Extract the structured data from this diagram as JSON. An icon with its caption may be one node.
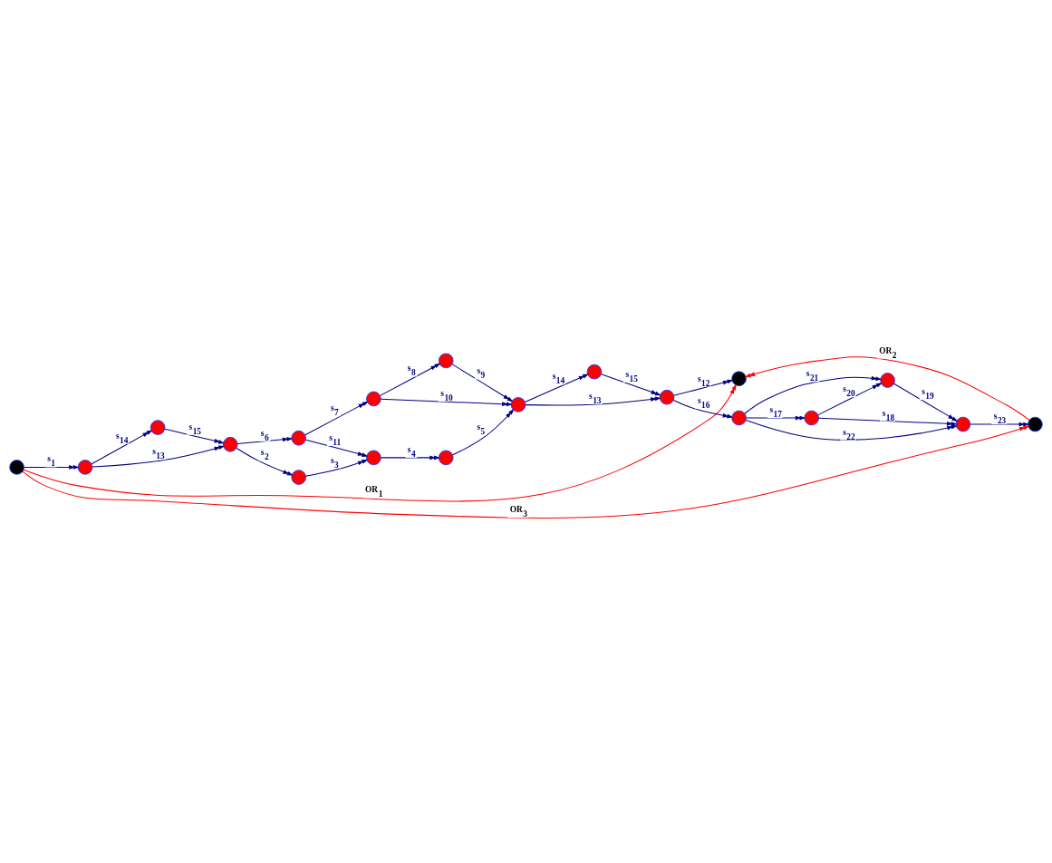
{
  "diagram": {
    "nodes": [
      {
        "text": [],
        "shape": "circle"
      },
      {
        "text": [],
        "shape": "circle"
      },
      {
        "text": [],
        "shape": "circle"
      },
      {
        "text": [],
        "shape": "circle"
      },
      {
        "text": [],
        "shape": "circle"
      },
      {
        "text": [],
        "shape": "circle"
      },
      {
        "text": [],
        "shape": "circle"
      },
      {
        "text": [],
        "shape": "circle"
      },
      {
        "text": [],
        "shape": "circle"
      },
      {
        "text": [],
        "shape": "circle"
      },
      {
        "text": [],
        "shape": "circle"
      },
      {
        "text": [],
        "shape": "circle"
      },
      {
        "text": [],
        "shape": "circle"
      },
      {
        "text": [],
        "shape": "circle"
      },
      {
        "text": [],
        "shape": "circle"
      },
      {
        "text": [],
        "shape": "circle"
      },
      {
        "text": [],
        "shape": "circle"
      },
      {
        "text": [],
        "shape": "circle"
      },
      {
        "text": [],
        "shape": "circle"
      }
    ],
    "edges": [
      {
        "from": 0,
        "to": 1,
        "arrow": "to",
        "label": "s$_{1}$"
      },
      {
        "from": 1,
        "to": 2,
        "arrow": "to",
        "label": "s$_{14}$"
      },
      {
        "from": 2,
        "to": 3,
        "arrow": "to",
        "label": "s$_{15}$"
      },
      {
        "from": 1,
        "to": 3,
        "arrow": "to",
        "label": "s$_{13}$"
      },
      {
        "from": 3,
        "to": 4,
        "arrow": "to",
        "label": "s$_{6}$"
      },
      {
        "from": 3,
        "to": 5,
        "arrow": "to",
        "label": "s$_{2}$"
      },
      {
        "from": 4,
        "to": 6,
        "arrow": "to",
        "label": "s$_{7}$"
      },
      {
        "from": 4,
        "to": 7,
        "arrow": "to",
        "label": "s$_{11}$"
      },
      {
        "from": 5,
        "to": 7,
        "arrow": "to",
        "label": "s$_{3}$"
      },
      {
        "from": 7,
        "to": 9,
        "arrow": "to",
        "label": "s$_{4}$"
      },
      {
        "from": 9,
        "to": 10,
        "arrow": "to",
        "label": "s$_{5}$"
      },
      {
        "from": 6,
        "to": 8,
        "arrow": "to",
        "label": "s$_{8}$"
      },
      {
        "from": 6,
        "to": 10,
        "arrow": "to",
        "label": "s$_{10}$"
      },
      {
        "from": 8,
        "to": 10,
        "arrow": "to",
        "label": "s$_{9}$"
      },
      {
        "from": 10,
        "to": 11,
        "arrow": "to",
        "label": "s$_{14}$"
      },
      {
        "from": 11,
        "to": 12,
        "arrow": "to",
        "label": "s$_{15}$"
      },
      {
        "from": 10,
        "to": 12,
        "arrow": "to",
        "label": "s$_{13}$"
      },
      {
        "from": 12,
        "to": 13,
        "arrow": "to",
        "label": "s$_{12}$"
      },
      {
        "from": 12,
        "to": 14,
        "arrow": "to",
        "label": "s$_{16}$"
      },
      {
        "from": 14,
        "to": 15,
        "arrow": "to",
        "label": "s$_{21}$"
      },
      {
        "from": 14,
        "to": 16,
        "arrow": "to",
        "label": "s$_{17}$"
      },
      {
        "from": 16,
        "to": 15,
        "arrow": "to",
        "label": "s$_{20}$"
      },
      {
        "from": 15,
        "to": 17,
        "arrow": "to",
        "label": "s$_{19}$"
      },
      {
        "from": 16,
        "to": 17,
        "arrow": "to",
        "label": "s$_{18}$"
      },
      {
        "from": 14,
        "to": 17,
        "arrow": "to",
        "label": "s$_{22}$"
      },
      {
        "from": 17,
        "to": 18,
        "arrow": "to",
        "label": "s$_{23}$"
      },
      {
        "from": 0,
        "to": 13,
        "arrow": "to",
        "label": "OR$_{1}$",
        "color": "#ff0000"
      },
      {
        "from": 18,
        "to": 13,
        "arrow": "to",
        "label": "OR$_{2}$",
        "color": "#ff0000"
      },
      {
        "from": 0,
        "to": 18,
        "arrow": "to",
        "label": "OR$_{3}$",
        "color": "#ff0000"
      }
    ]
  }
}
